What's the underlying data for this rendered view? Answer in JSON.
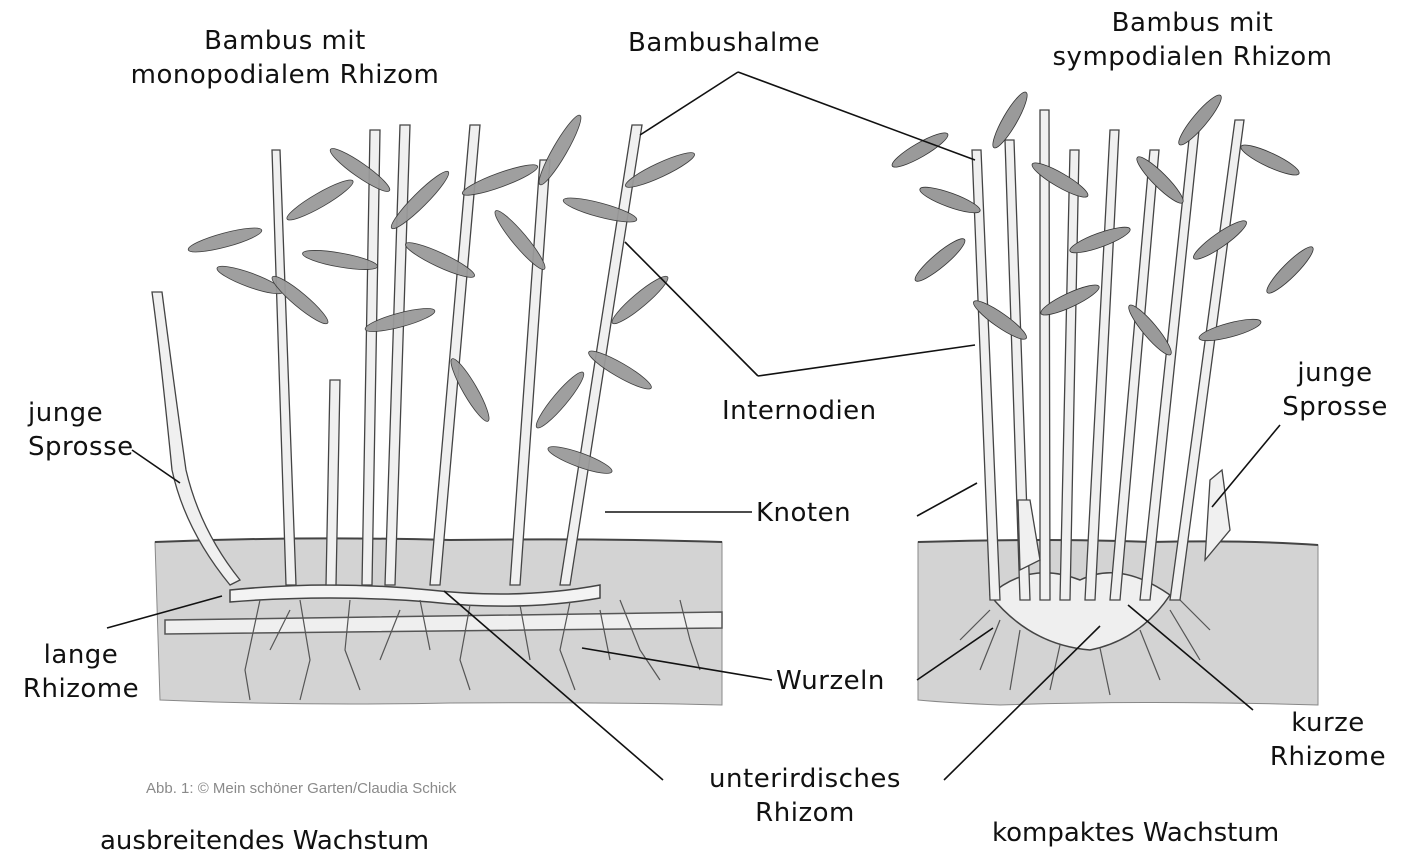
{
  "labels": {
    "left_title_1": "Bambus mit",
    "left_title_2": "monopodialem Rhizom",
    "right_title_1": "Bambus mit",
    "right_title_2": "sympodialen Rhizom",
    "halme": "Bambushalme",
    "internodien": "Internodien",
    "knoten": "Knoten",
    "wurzeln": "Wurzeln",
    "junge_left_1": "junge",
    "junge_left_2": "Sprosse",
    "junge_right_1": "junge",
    "junge_right_2": "Sprosse",
    "lange_1": "lange",
    "lange_2": "Rhizome",
    "kurze_1": "kurze",
    "kurze_2": "Rhizome",
    "unter_1": "unterirdisches",
    "unter_2": "Rhizom",
    "credit": "Abb. 1: © Mein schöner Garten/Claudia Schick",
    "left_caption": "ausbreitendes Wachstum",
    "right_caption": "kompaktes Wachstum"
  },
  "colors": {
    "soil": "#d0d0d0",
    "soil_dark": "#b8b8b8",
    "leaf": "#8e8e8e",
    "stem": "#ededed",
    "outline": "#333333"
  }
}
